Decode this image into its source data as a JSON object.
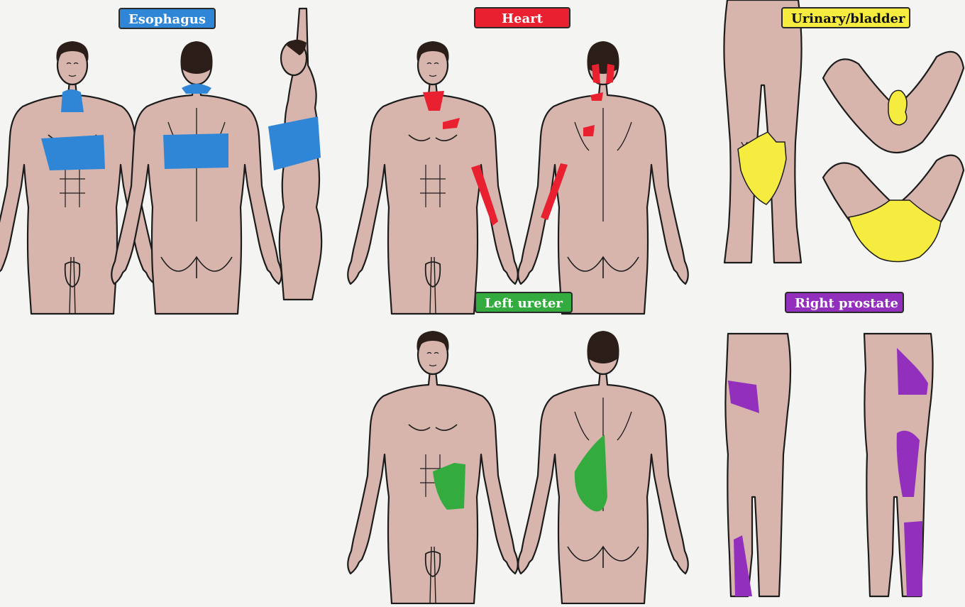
{
  "labels": {
    "esophagus": "Esophagus",
    "heart": "Heart",
    "urinary": "Urinary/bladder",
    "ureter": "Left ureter",
    "prostate": "Right prostate"
  },
  "colors": {
    "background": "#f4f4f3",
    "skin": "#d7b5ad",
    "outline": "#1c1c1c",
    "hair": "#2b1e19",
    "esophagus": "#2f86d6",
    "heart": "#e8202f",
    "urinary": "#f6ec3f",
    "ureter": "#33ab3e",
    "prostate": "#932fbd"
  },
  "icons": {
    "figure": "human-body-outline",
    "pain_zone": "referred-pain-region"
  }
}
